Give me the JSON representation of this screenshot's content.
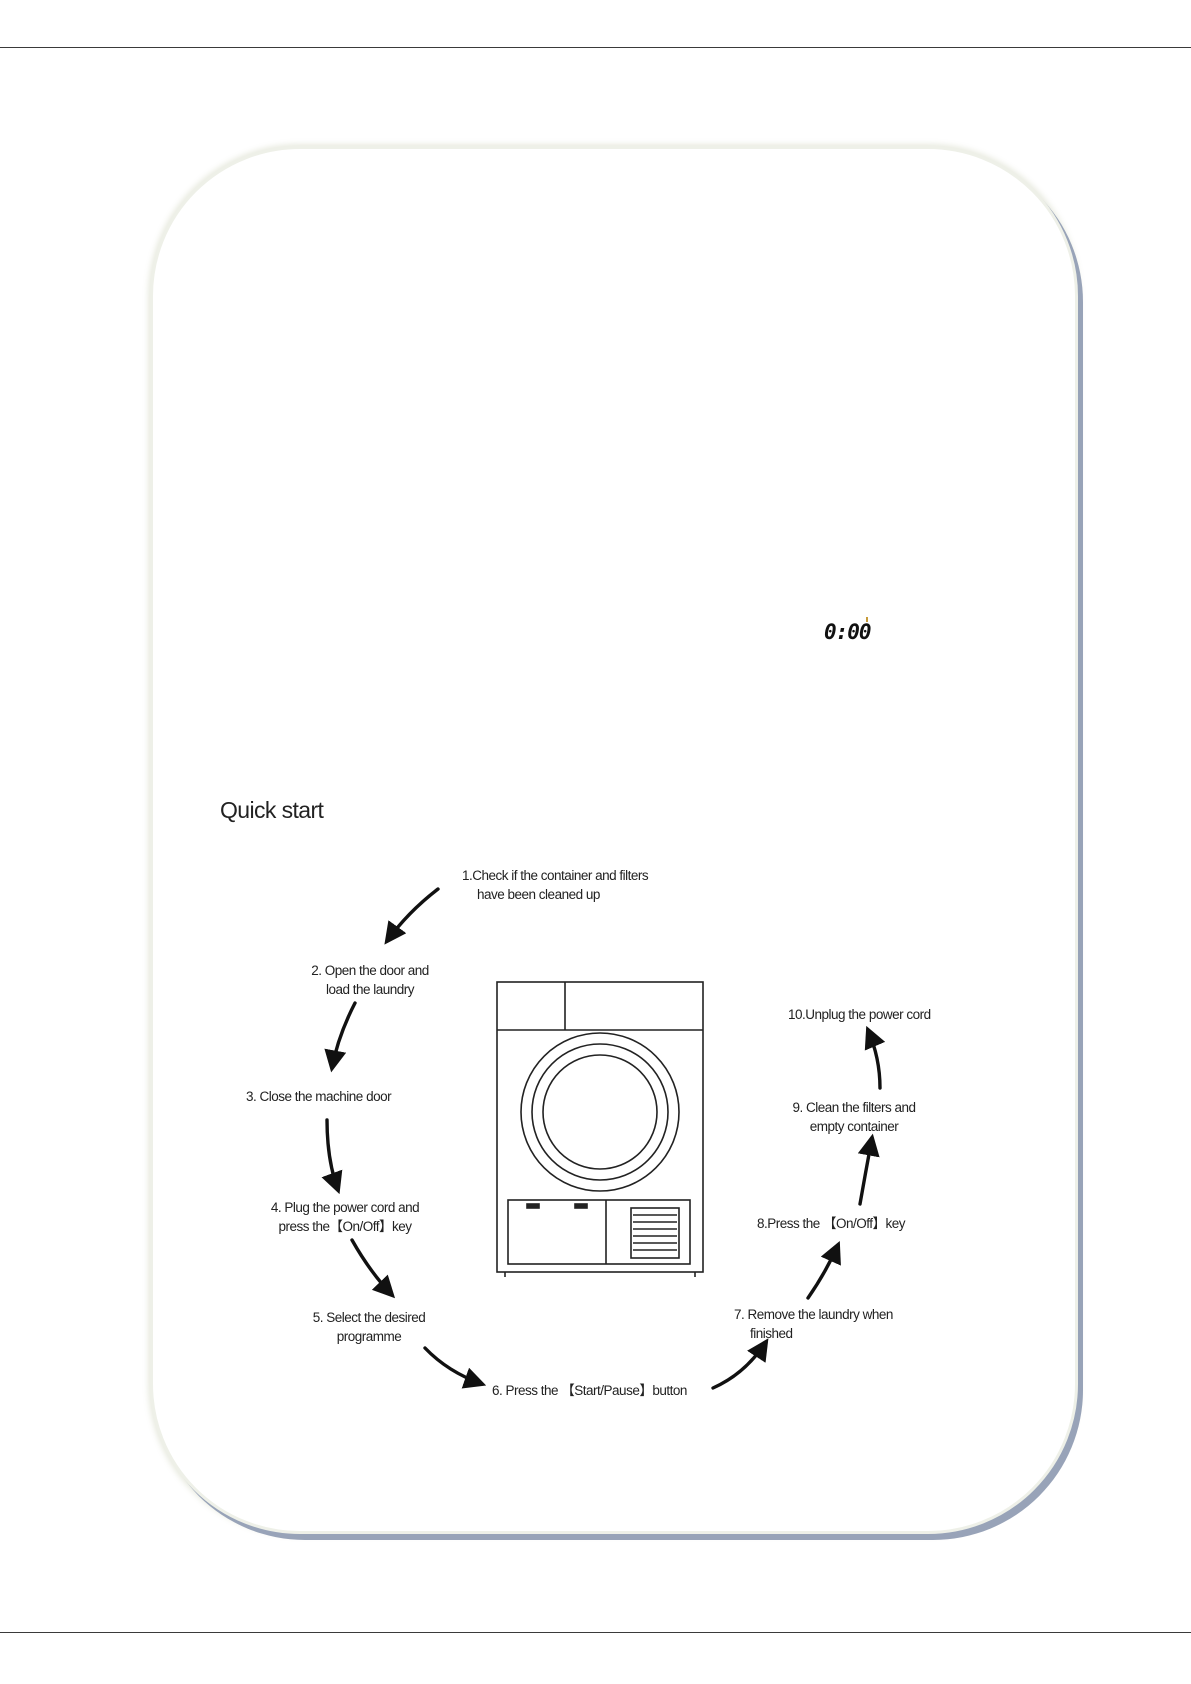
{
  "display": {
    "readout": "0:00"
  },
  "quick_start": {
    "title": "Quick start",
    "steps": [
      {
        "line1": "1.Check if the container and filters",
        "line2": "have been cleaned up"
      },
      {
        "line1": "2. Open the door and",
        "line2": "load the laundry"
      },
      {
        "line1": "3. Close the machine door"
      },
      {
        "line1": "4. Plug the power cord and",
        "line2": "press the【On/Off】key"
      },
      {
        "line1": "5. Select the desired",
        "line2": "programme"
      },
      {
        "line1": "6. Press the 【Start/Pause】button"
      },
      {
        "line1": "7. Remove the laundry when",
        "line2": "finished"
      },
      {
        "line1": "8.Press the 【On/Off】key"
      },
      {
        "line1": "9. Clean the filters and",
        "line2": "empty container"
      },
      {
        "line1": "10.Unplug the power cord"
      }
    ]
  },
  "colors": {
    "rule": "#3a3a3a",
    "card_border": "#eef0e8",
    "card_shadow": "#98a3b8",
    "ink": "#1a1a1a"
  }
}
